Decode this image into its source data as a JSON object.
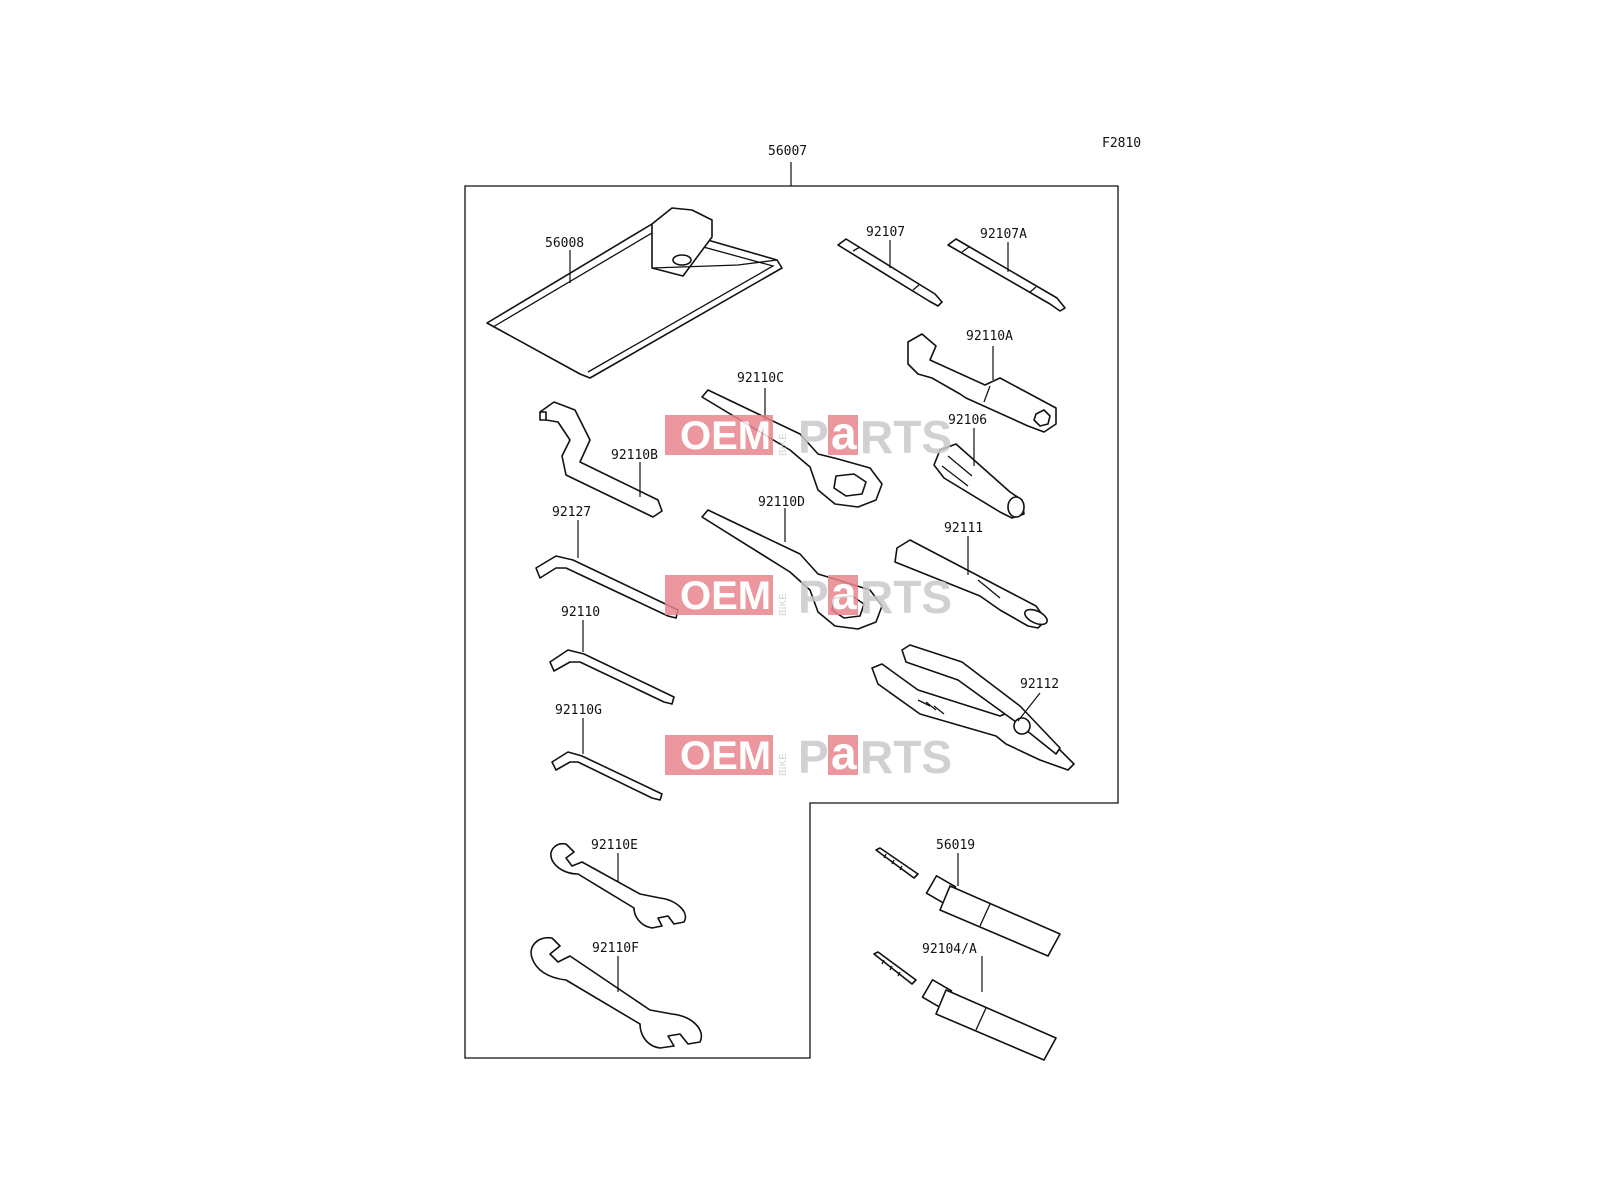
{
  "diagram": {
    "figure_code": "F2810",
    "kit_label": "56007",
    "parts": [
      {
        "key": "pouch",
        "label": "56008"
      },
      {
        "key": "driver-bit-1",
        "label": "92107"
      },
      {
        "key": "driver-bit-2",
        "label": "92107A"
      },
      {
        "key": "box-wrench-a",
        "label": "92110A"
      },
      {
        "key": "wrench-c",
        "label": "92110C"
      },
      {
        "key": "hook-wrench",
        "label": "92110B"
      },
      {
        "key": "socket-adapter",
        "label": "92106"
      },
      {
        "key": "wrench-d",
        "label": "92110D"
      },
      {
        "key": "hex-key-1",
        "label": "92127"
      },
      {
        "key": "handle-bar",
        "label": "92111"
      },
      {
        "key": "hex-key-2",
        "label": "92110"
      },
      {
        "key": "pliers",
        "label": "92112"
      },
      {
        "key": "hex-key-3",
        "label": "92110G"
      },
      {
        "key": "open-wrench-e",
        "label": "92110E"
      },
      {
        "key": "open-wrench-f",
        "label": "92110F"
      },
      {
        "key": "grease-tube-1",
        "label": "56019"
      },
      {
        "key": "grease-tube-2",
        "label": "92104/A"
      }
    ]
  },
  "watermark": {
    "oem": "OEM",
    "bike": "BIKE",
    "p": "P",
    "a": "a",
    "rts": "RTS",
    "color": "#e8868c"
  }
}
